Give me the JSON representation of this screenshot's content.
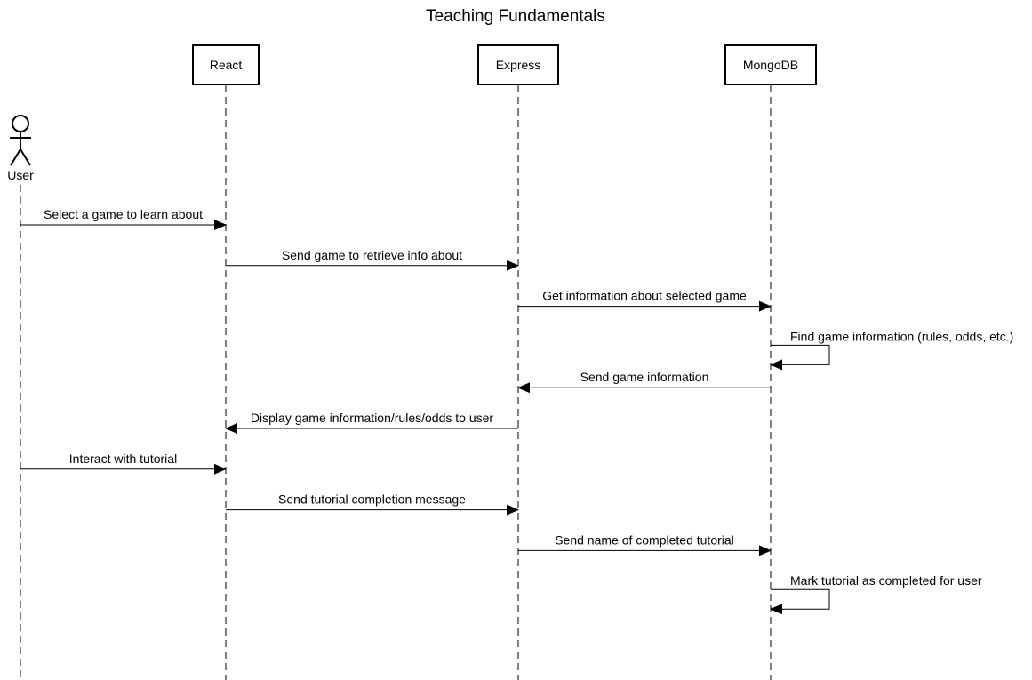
{
  "diagram": {
    "title": "Teaching Fundamentals",
    "actor": {
      "id": "user",
      "label": "User"
    },
    "participants": [
      {
        "id": "react",
        "label": "React"
      },
      {
        "id": "express",
        "label": "Express"
      },
      {
        "id": "mongodb",
        "label": "MongoDB"
      }
    ],
    "messages": [
      {
        "from": "user",
        "to": "react",
        "label": "Select a game to learn about"
      },
      {
        "from": "react",
        "to": "express",
        "label": "Send game to retrieve info about"
      },
      {
        "from": "express",
        "to": "mongodb",
        "label": "Get information about selected game"
      },
      {
        "from": "mongodb",
        "to": "mongodb",
        "label": "Find game information (rules, odds, etc.)"
      },
      {
        "from": "mongodb",
        "to": "express",
        "label": "Send game information"
      },
      {
        "from": "express",
        "to": "react",
        "label": "Display game information/rules/odds to user"
      },
      {
        "from": "user",
        "to": "react",
        "label": "Interact with tutorial"
      },
      {
        "from": "react",
        "to": "express",
        "label": "Send tutorial completion message"
      },
      {
        "from": "express",
        "to": "mongodb",
        "label": "Send name of completed tutorial"
      },
      {
        "from": "mongodb",
        "to": "mongodb",
        "label": "Mark tutorial as completed for user"
      }
    ]
  }
}
